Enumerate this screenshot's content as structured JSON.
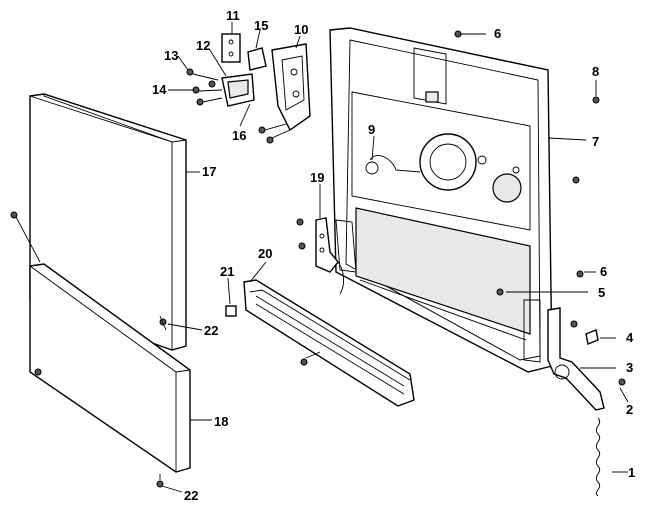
{
  "callouts": {
    "c1": "1",
    "c2": "2",
    "c3": "3",
    "c4": "4",
    "c5": "5",
    "c6a": "6",
    "c6b": "6",
    "c7": "7",
    "c8": "8",
    "c9": "9",
    "c10": "10",
    "c11": "11",
    "c12": "12",
    "c13": "13",
    "c14": "14",
    "c15": "15",
    "c16": "16",
    "c17": "17",
    "c18": "18",
    "c19": "19",
    "c20": "20",
    "c21": "21",
    "c22a": "22",
    "c22b": "22"
  }
}
